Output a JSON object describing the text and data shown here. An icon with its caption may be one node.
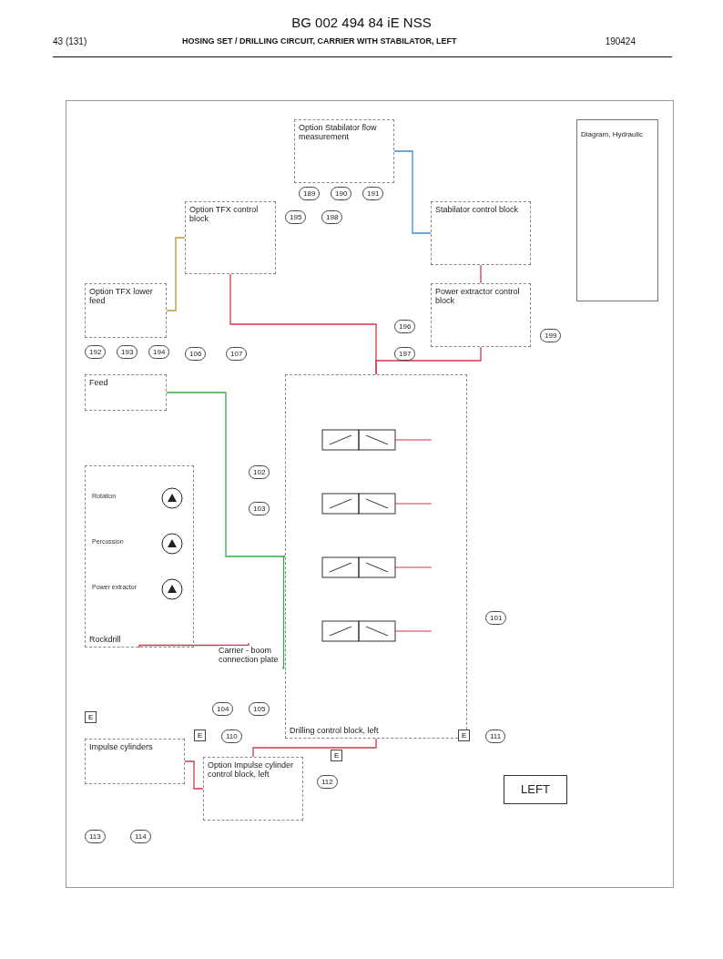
{
  "diagram": {
    "title": "BG 002 494 84 iE NSS",
    "nodes": [
      {
        "text": [
          "Rockdrill"
        ]
      },
      {
        "text": [
          "Carrier - boom connection plate"
        ]
      },
      {
        "text": [
          "Drilling control block, left"
        ]
      },
      {
        "text": [
          "Power extractor control block"
        ]
      },
      {
        "text": [
          "Stabilator control block"
        ]
      },
      {
        "text": [
          "Option Stabilator flow measurement"
        ]
      },
      {
        "text": [
          "Option TFX control block"
        ]
      },
      {
        "text": [
          "Option TFX lower feed"
        ]
      },
      {
        "text": [
          "Feed"
        ]
      },
      {
        "text": [
          "Impulse cylinders"
        ]
      },
      {
        "text": [
          "Option Impulse cylinder control block, left"
        ]
      },
      {
        "text": [
          "LEFT"
        ]
      }
    ],
    "edges": [
      {
        "from": 0,
        "to": 1,
        "arrow": "none"
      },
      {
        "from": 1,
        "to": 2,
        "arrow": "none",
        "color": "#3aa845"
      },
      {
        "from": 2,
        "to": 3,
        "arrow": "none"
      },
      {
        "from": 3,
        "to": 4,
        "arrow": "none"
      },
      {
        "from": 4,
        "to": 5,
        "arrow": "none",
        "color": "#3a8ad8"
      },
      {
        "from": 6,
        "to": 7,
        "arrow": "none",
        "color": "#b39a3a"
      },
      {
        "from": 8,
        "to": 2,
        "arrow": "none",
        "color": "#3aa845"
      },
      {
        "from": 6,
        "to": 2,
        "arrow": "none"
      },
      {
        "from": 9,
        "to": 10,
        "arrow": "none"
      },
      {
        "from": 10,
        "to": 2,
        "arrow": "none"
      }
    ],
    "labels": [
      "43 (131)",
      "HOSING SET / DRILLING CIRCUIT, CARRIER WITH STABILATOR, LEFT",
      "190424",
      "101",
      "102",
      "103",
      "104",
      "105",
      "106",
      "107",
      "110",
      "111",
      "112",
      "113",
      "114",
      "189",
      "190",
      "191",
      "192",
      "193",
      "194",
      "195",
      "196",
      "197",
      "198",
      "199",
      "Rotation",
      "Percussion",
      "Power extractor",
      "E",
      "E",
      "E",
      "E",
      "Diagram, Hydraulic"
    ]
  }
}
